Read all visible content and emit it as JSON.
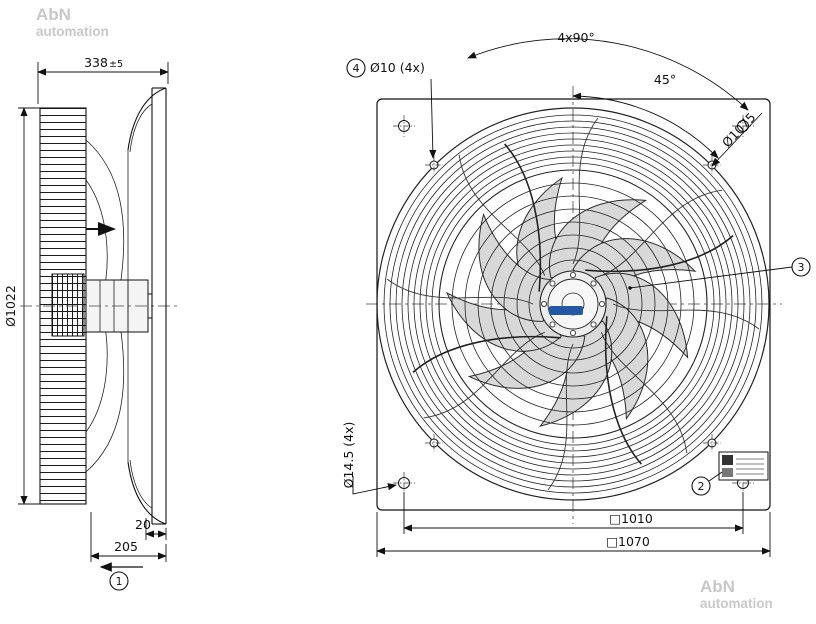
{
  "watermark": {
    "brand": "AbN",
    "subtitle": "automation"
  },
  "side_view": {
    "balloon_1": "1",
    "dim_depth": "338",
    "dim_depth_tol": "±5",
    "dim_diameter": "Ø1022",
    "dim_plate": "20",
    "dim_housing": "205"
  },
  "front_view": {
    "balloon_2": "2",
    "balloon_3": "3",
    "balloon_4": "4",
    "dim_angle_pattern": "4x90°",
    "dim_angle": "45°",
    "dim_bolt_circle": "Ø1075",
    "dim_hole": "Ø10 (4x)",
    "dim_corner_hole": "Ø14.5 (4x)",
    "dim_pitch": "□1010",
    "dim_plate": "□1070"
  }
}
